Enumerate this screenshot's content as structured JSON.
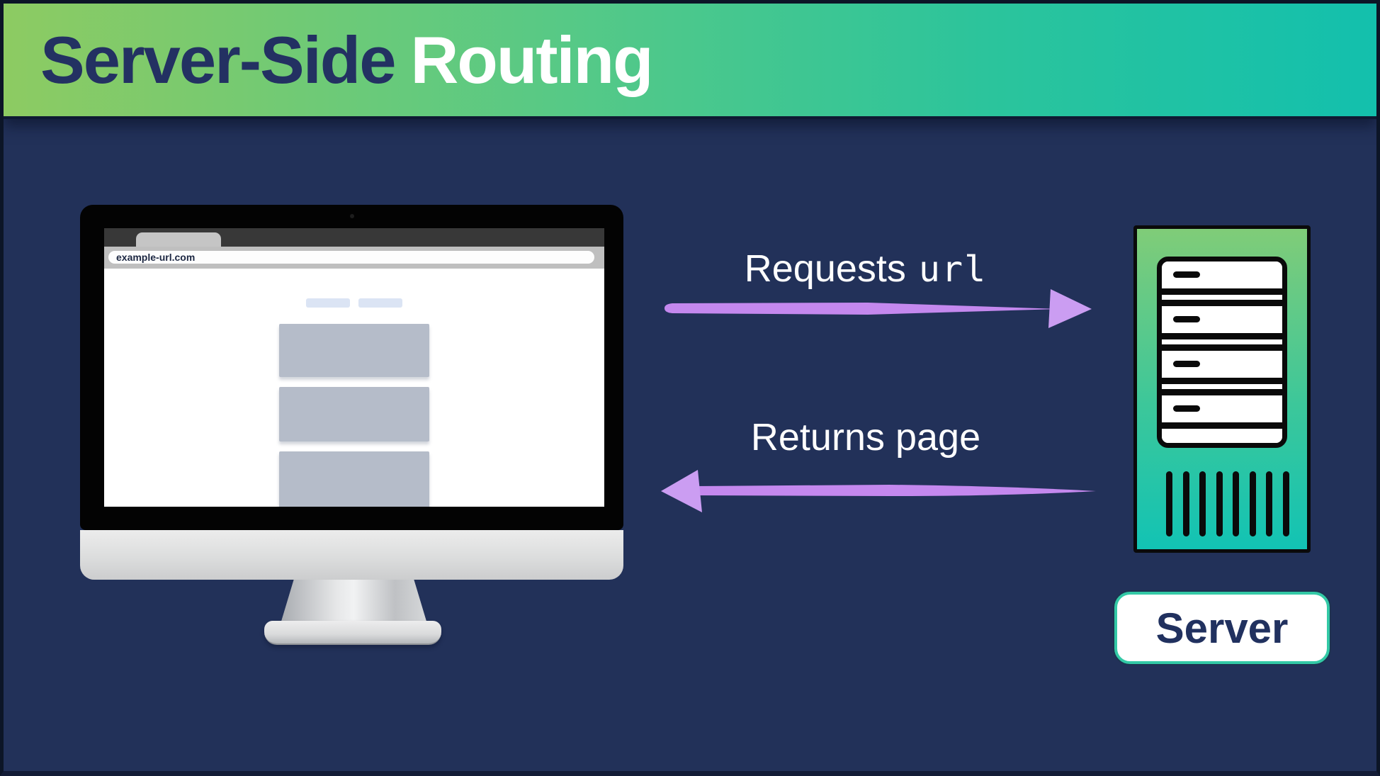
{
  "banner": {
    "title_primary": "Server-Side",
    "title_secondary": "Routing",
    "gradient_start": "#8dcb62",
    "gradient_end": "#13c0ad",
    "title_primary_color": "#233162",
    "title_secondary_color": "#ffffff"
  },
  "monitor": {
    "browser_url": "example-url.com",
    "nav_pills": 2,
    "content_blocks": 3
  },
  "flows": {
    "request": {
      "label": "Requests",
      "code_label": "url",
      "direction": "right"
    },
    "response": {
      "label": "Returns page",
      "direction": "left"
    }
  },
  "server": {
    "label": "Server",
    "rack_units": 4,
    "vent_slats": 8,
    "gradient_top": "#80cc78",
    "gradient_bottom": "#12c3b4",
    "label_border_color": "#33c9a6",
    "label_text_color": "#21315f"
  },
  "colors": {
    "background": "#223159",
    "arrow_tail": "#c488ee",
    "arrow_head": "#cb9df2",
    "label_text": "#ffffff",
    "frame_border": "#0c1527"
  }
}
